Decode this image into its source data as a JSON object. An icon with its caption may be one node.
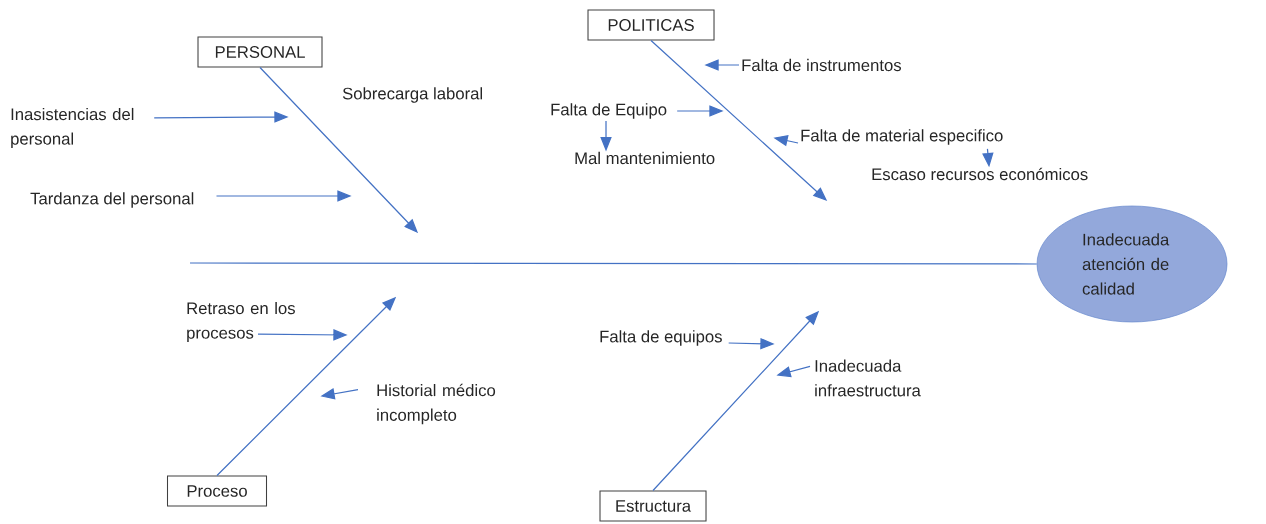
{
  "diagram": {
    "nodes": [
      {
        "text": [
          "PERSONAL"
        ]
      },
      {
        "text": [
          "POLITICAS"
        ]
      },
      {
        "text": [
          "Proceso"
        ]
      },
      {
        "text": [
          "Estructura"
        ]
      },
      {
        "text": [
          "Inadecuada atención de calidad"
        ]
      },
      {
        "text": [
          "Inasistencias del personal"
        ]
      },
      {
        "text": [
          "Tardanza del personal"
        ]
      },
      {
        "text": [
          "Falta de instrumentos"
        ]
      },
      {
        "text": [
          "Falta de Equipo"
        ]
      },
      {
        "text": [
          "Mal mantenimiento"
        ]
      },
      {
        "text": [
          "Falta de material especifico"
        ]
      },
      {
        "text": [
          "Escaso recursos económicos"
        ]
      },
      {
        "text": [
          "Retraso en los procesos"
        ]
      },
      {
        "text": [
          "Historial médico incompleto"
        ]
      },
      {
        "text": [
          "Falta de equipos"
        ]
      },
      {
        "text": [
          "Inadecuada infraestructura"
        ]
      }
    ],
    "edges": [
      {
        "from": 0,
        "to": null,
        "arrow": "to"
      },
      {
        "from": 1,
        "to": null,
        "arrow": "to"
      },
      {
        "from": 2,
        "to": null,
        "arrow": "to"
      },
      {
        "from": 3,
        "to": null,
        "arrow": "to"
      },
      {
        "from": null,
        "to": 4,
        "arrow": "none"
      },
      {
        "from": 5,
        "to": null,
        "arrow": "to"
      },
      {
        "from": 6,
        "to": null,
        "arrow": "to"
      },
      {
        "from": 7,
        "to": null,
        "arrow": "to"
      },
      {
        "from": 8,
        "to": null,
        "arrow": "to"
      },
      {
        "from": 8,
        "to": 9,
        "arrow": "to"
      },
      {
        "from": 10,
        "to": null,
        "arrow": "to"
      },
      {
        "from": 10,
        "to": 11,
        "arrow": "to"
      },
      {
        "from": 12,
        "to": null,
        "arrow": "to"
      },
      {
        "from": 13,
        "to": null,
        "arrow": "to"
      },
      {
        "from": 14,
        "to": null,
        "arrow": "to"
      },
      {
        "from": 15,
        "to": null,
        "arrow": "to"
      }
    ],
    "labels": [
      "Sobrecarga laboral"
    ]
  }
}
